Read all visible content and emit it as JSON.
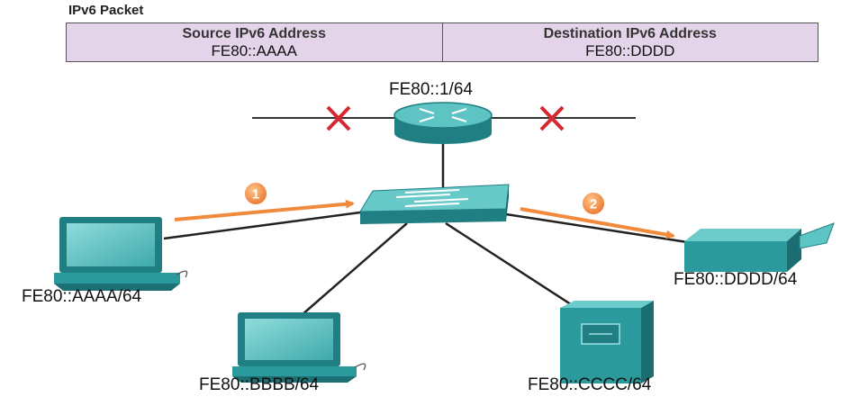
{
  "packet": {
    "title": "IPv6 Packet",
    "source_header": "Source IPv6 Address",
    "source_value": "FE80::AAAA",
    "dest_header": "Destination IPv6 Address",
    "dest_value": "FE80::DDDD"
  },
  "router": {
    "label": "FE80::1/64",
    "blocked_marker": "X"
  },
  "hosts": {
    "pc_a": "FE80::AAAA/64",
    "pc_b": "FE80::BBBB/64",
    "server_c": "FE80::CCCC/64",
    "printer_d": "FE80::DDDD/64"
  },
  "steps": [
    "1",
    "2"
  ],
  "colors": {
    "packet_bg": "#e3d4ea",
    "device_teal": "#2a9a9c",
    "arrow_orange": "#f08a3c",
    "blocked_red": "#d6282e"
  }
}
